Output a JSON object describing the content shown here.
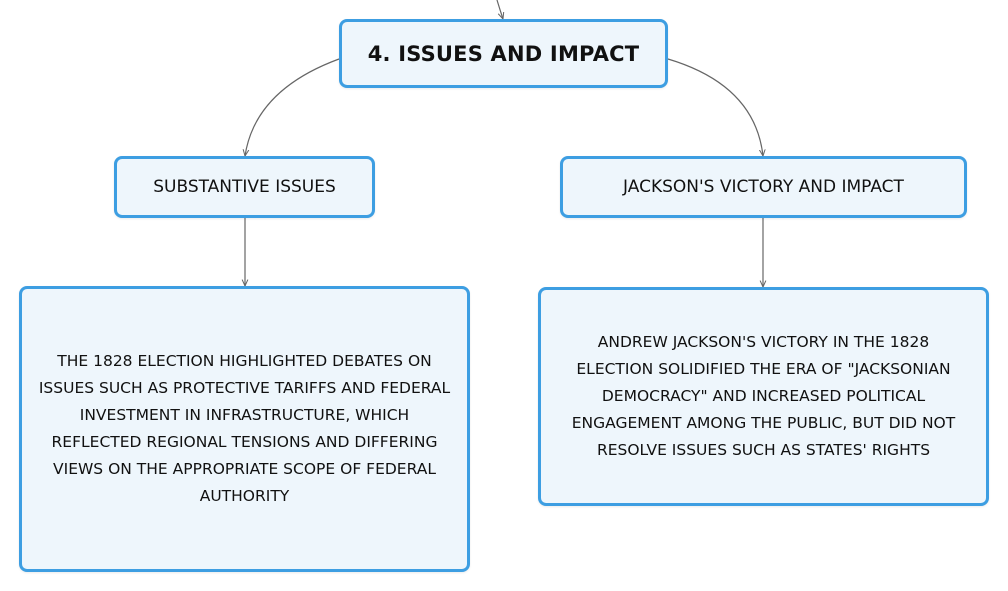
{
  "diagram": {
    "root": {
      "label": "4. ISSUES AND IMPACT"
    },
    "branches": [
      {
        "label": "SUBSTANTIVE ISSUES",
        "detail": "THE 1828 ELECTION HIGHLIGHTED DEBATES ON ISSUES SUCH AS PROTECTIVE TARIFFS AND FEDERAL INVESTMENT IN INFRASTRUCTURE, WHICH REFLECTED REGIONAL TENSIONS AND DIFFERING VIEWS ON THE APPROPRIATE SCOPE OF FEDERAL AUTHORITY"
      },
      {
        "label": "JACKSON'S VICTORY AND IMPACT",
        "detail": "ANDREW JACKSON'S VICTORY IN THE 1828 ELECTION SOLIDIFIED THE ERA OF \"JACKSONIAN DEMOCRACY\" AND INCREASED POLITICAL ENGAGEMENT AMONG THE PUBLIC, BUT DID NOT RESOLVE ISSUES SUCH AS STATES' RIGHTS"
      }
    ]
  },
  "colors": {
    "node_border": "#3d9ee2",
    "node_fill": "#eef6fc",
    "connector": "#666666"
  }
}
